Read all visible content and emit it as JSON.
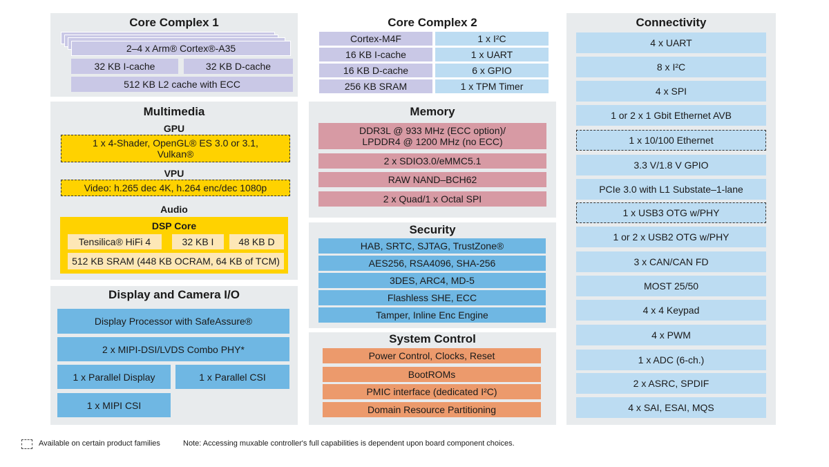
{
  "core1": {
    "title": "Core Complex 1",
    "cores": "2–4 x Arm® Cortex®-A35",
    "icache": "32 KB I-cache",
    "dcache": "32 KB D-cache",
    "l2": "512 KB L2 cache with ECC"
  },
  "core2": {
    "title": "Core Complex 2",
    "left": [
      "Cortex-M4F",
      "16 KB I-cache",
      "16 KB D-cache",
      "256 KB SRAM"
    ],
    "right": [
      "1 x I²C",
      "1 x UART",
      "6 x GPIO",
      "1 x TPM Timer"
    ]
  },
  "connectivity": {
    "title": "Connectivity",
    "items": [
      "4 x UART",
      "8 x I²C",
      "4 x SPI",
      "1 or 2 x 1 Gbit Ethernet AVB",
      "1 x 10/100 Ethernet",
      "3.3 V/1.8 V GPIO",
      "PCIe 3.0 with L1 Substate–1-lane",
      "1 x USB3 OTG w/PHY",
      "1 or 2 x USB2 OTG w/PHY",
      "3 x CAN/CAN FD",
      "MOST 25/50",
      "4 x 4 Keypad",
      "4 x PWM",
      "1 x ADC (6-ch.)",
      "2 x ASRC, SPDIF",
      "4 x SAI, ESAI, MQS"
    ]
  },
  "multimedia": {
    "title": "Multimedia",
    "gpu_label": "GPU",
    "gpu_text": "1 x 4-Shader, OpenGL® ES 3.0 or 3.1, Vulkan®",
    "vpu_label": "VPU",
    "vpu_text": "Video: h.265 dec 4K, h.264 enc/dec 1080p",
    "audio_label": "Audio",
    "dsp_title": "DSP Core",
    "dsp_items": [
      "Tensilica® HiFi 4",
      "32 KB I",
      "48 KB D"
    ],
    "dsp_sram": "512 KB SRAM (448 KB OCRAM, 64 KB of TCM)"
  },
  "memory": {
    "title": "Memory",
    "items": [
      "DDR3L @ 933 MHz (ECC option)/ LPDDR4 @ 1200 MHz (no ECC)",
      "2 x SDIO3.0/eMMC5.1",
      "RAW NAND–BCH62",
      "2 x Quad/1 x Octal SPI"
    ]
  },
  "security": {
    "title": "Security",
    "items": [
      "HAB, SRTC, SJTAG, TrustZone®",
      "AES256, RSA4096, SHA-256",
      "3DES, ARC4, MD-5",
      "Flashless SHE, ECC",
      "Tamper, Inline Enc Engine"
    ]
  },
  "system_control": {
    "title": "System Control",
    "items": [
      "Power Control, Clocks, Reset",
      "BootROMs",
      "PMIC interface (dedicated I²C)",
      "Domain Resource Partitioning"
    ]
  },
  "display": {
    "title": "Display and Camera I/O",
    "processor": "Display Processor with SafeAssure®",
    "mipi_dsi": "2 x MIPI-DSI/LVDS Combo PHY*",
    "parallel_display": "1 x Parallel Display",
    "parallel_csi": "1 x Parallel CSI",
    "mipi_csi": "1 x MIPI CSI"
  },
  "footer": {
    "legend": "Available on certain product families",
    "note": "Note: Accessing muxable controller's full capabilities is dependent upon board component choices."
  }
}
